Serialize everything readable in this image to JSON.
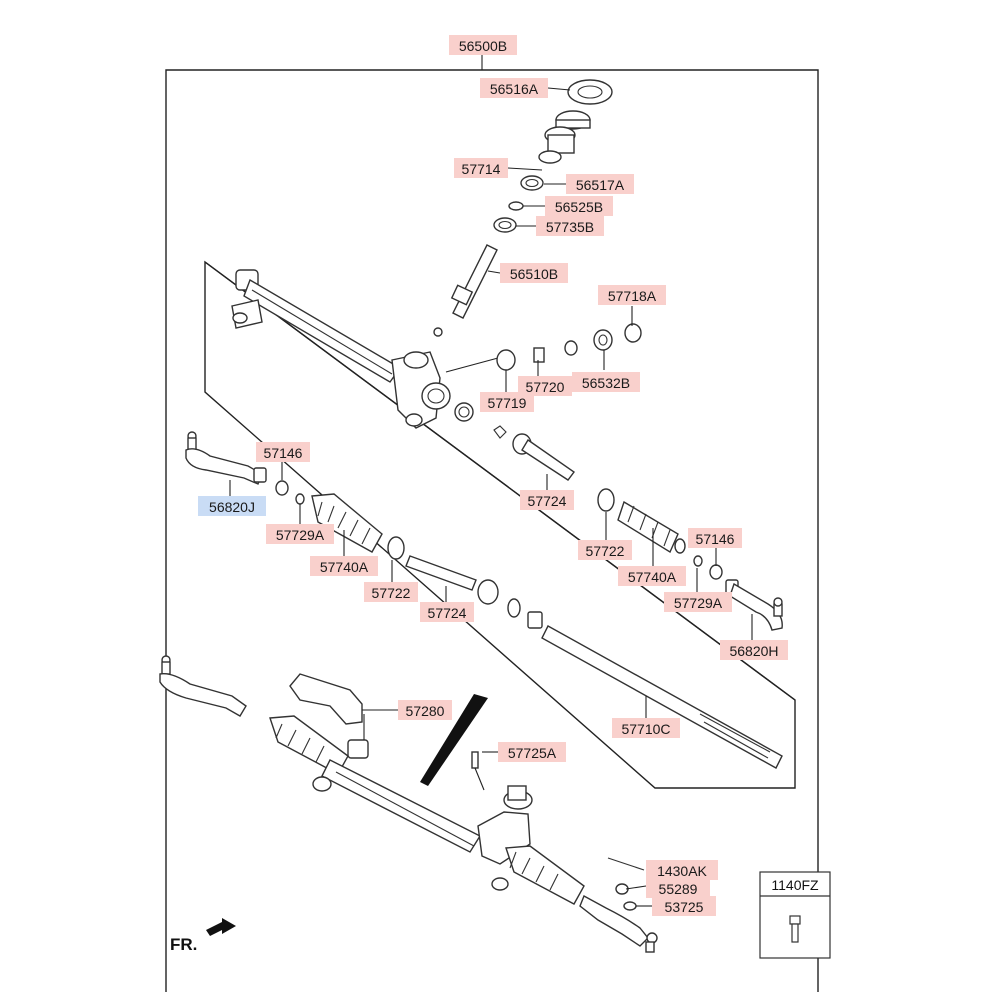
{
  "labels": {
    "l56500B": "56500B",
    "l56516A": "56516A",
    "l57714": "57714",
    "l56517A": "56517A",
    "l56525B": "56525B",
    "l57735B": "57735B",
    "l56510B": "56510B",
    "l57718A": "57718A",
    "l57720": "57720",
    "l56532B": "56532B",
    "l57719": "57719",
    "l57146a": "57146",
    "l56820J": "56820J",
    "l57729Aa": "57729A",
    "l57740Aa": "57740A",
    "l57722a": "57722",
    "l57724a": "57724",
    "l57724b": "57724",
    "l57722b": "57722",
    "l57740Ab": "57740A",
    "l57146b": "57146",
    "l57729Ab": "57729A",
    "l56820H": "56820H",
    "l57280": "57280",
    "l57710C": "57710C",
    "l57725A": "57725A",
    "l1430AK": "1430AK",
    "l55289": "55289",
    "l53725": "53725"
  },
  "selected_label": "56820J",
  "front_indicator": "FR.",
  "ref_box_label": "1140FZ",
  "colors": {
    "label_bg": "#f9d0cc",
    "selected_bg": "#c9dcf5"
  }
}
